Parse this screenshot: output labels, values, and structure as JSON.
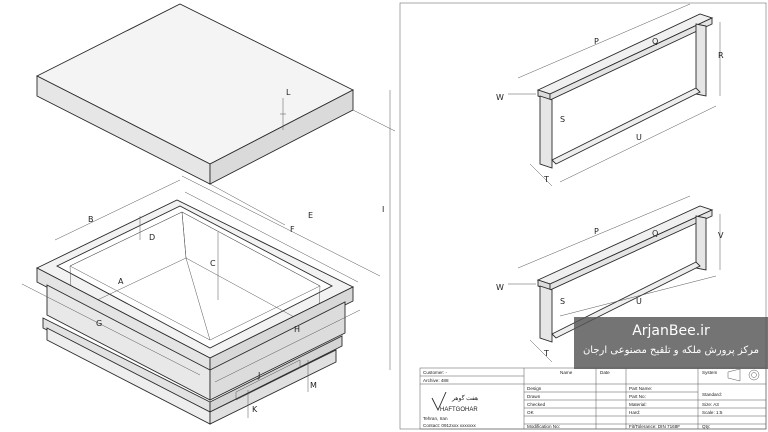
{
  "dimension_labels": {
    "lid_L": "L",
    "box_B": "B",
    "box_E": "E",
    "box_F": "F",
    "box_D": "D",
    "box_C": "C",
    "box_A": "A",
    "box_G": "G",
    "box_H": "H",
    "box_I": "I",
    "box_J": "J",
    "box_M": "M",
    "box_K": "K",
    "f1_P": "P",
    "f1_Q": "Q",
    "f1_R": "R",
    "f1_W": "W",
    "f1_S": "S",
    "f1_U": "U",
    "f1_T": "T",
    "f2_P": "P",
    "f2_Q": "Q",
    "f2_V": "V",
    "f2_W": "W",
    "f2_S": "S",
    "f2_U": "U",
    "f2_T": "T"
  },
  "title_block": {
    "customer": "Customer: -",
    "archive": "Archive: 488",
    "company_sub": "HAFTGOHAR",
    "company_fa": "هفت گوهر",
    "address": "Tehran, Iran",
    "phone": "Contact: 0912xxx xxxxxxx",
    "col_name": "Name",
    "col_date": "Date",
    "row_design": "Design",
    "row_drawn": "Drawn",
    "row_checked": "Checked",
    "row_ok": "OK",
    "row_mod": "Modification No:",
    "part_name": "Part Name:",
    "part_no": "Part No:",
    "material": "Material:",
    "hard": "Hard:",
    "fit_tol": "Fit/Tolerance: DIN 7168F",
    "system_label": "System",
    "standard_label": "Standard:",
    "size": "Size: A3",
    "scale": "Scale: 1:5",
    "qty": "Qty:"
  },
  "watermark": {
    "title": "ArjanBee.ir",
    "subtitle": "مرکز پرورش ملکه و تلقیح مصنوعی ارجان"
  }
}
